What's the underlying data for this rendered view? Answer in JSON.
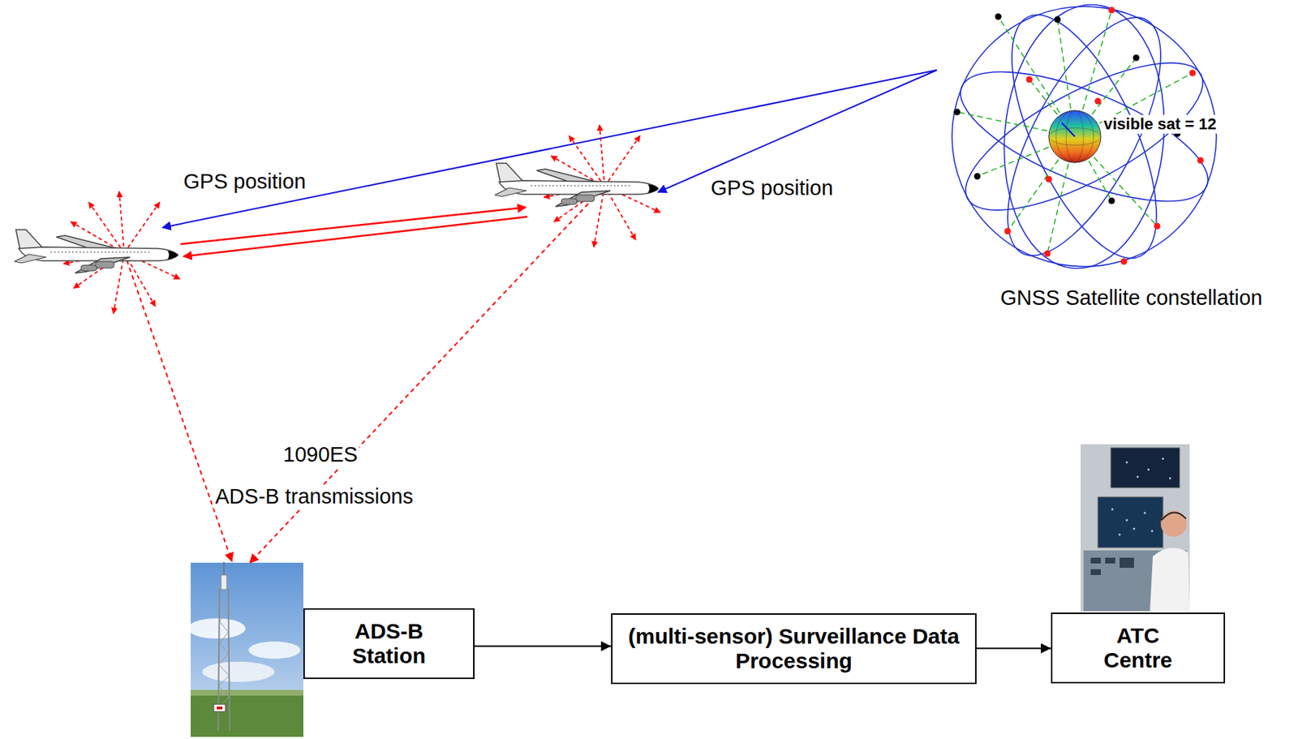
{
  "diagram": {
    "nodes": [
      {
        "text": [
          "ADS-B Station"
        ]
      },
      {
        "text": [
          "(multi-sensor) Surveillance Data Processing"
        ]
      },
      {
        "text": [
          "ATC Centre"
        ]
      }
    ],
    "edges": [
      {
        "from": 0,
        "to": 1,
        "arrow": "to"
      },
      {
        "from": 1,
        "to": 2,
        "arrow": "to"
      }
    ],
    "labels": [
      "GPS position",
      "GPS position",
      "visible sat = 12",
      "GNSS Satellite constellation",
      "1090ES",
      "ADS-B transmissions"
    ]
  }
}
